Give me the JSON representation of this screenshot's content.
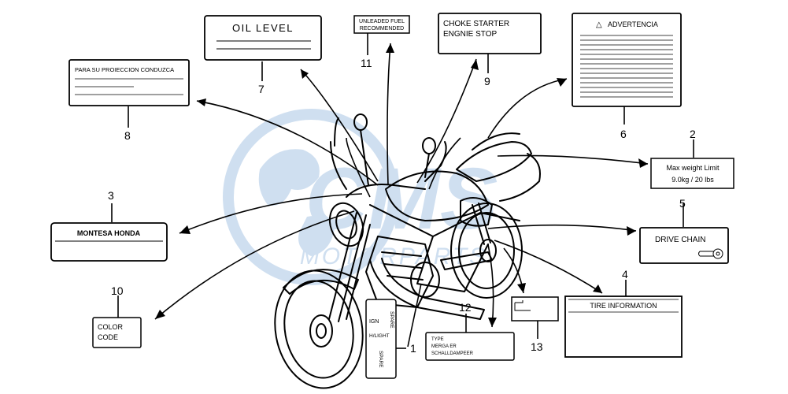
{
  "watermark": {
    "brand": "CMS",
    "text": "MOTORPARTS",
    "color": "#a9c6e4"
  },
  "callouts": {
    "c1": "1",
    "c2": "2",
    "c3": "3",
    "c4": "4",
    "c5": "5",
    "c6": "6",
    "c7": "7",
    "c8": "8",
    "c9": "9",
    "c10": "10",
    "c11": "11",
    "c12": "12",
    "c13": "13"
  },
  "labels": {
    "oil_level": "OIL LEVEL",
    "unleaded_l1": "UNLEADED FUEL",
    "unleaded_l2": "RECOMMENDED",
    "choke_l1": "CHOKE STARTER",
    "choke_l2": "ENGNIE STOP",
    "advertencia": "ADVERTENCIA",
    "para_su": "PARA SU PROIECCION CONDUZCA",
    "max_weight_l1": "Max weight Limit",
    "max_weight_l2": "9.0kg / 20 lbs",
    "montesa": "MONTESA HONDA",
    "drive_chain": "DRIVE CHAIN",
    "tire_info": "TIRE INFORMATION",
    "color_l1": "COLOR",
    "color_l2": "CODE",
    "type_l1": "TYPE",
    "type_l2": "MERGA ER",
    "type_l3": "SCHALLDAMPEER",
    "ign": "IGN",
    "hlight": "H/LIGHT",
    "spare1": "SPARE",
    "spare2": "SPARE"
  }
}
